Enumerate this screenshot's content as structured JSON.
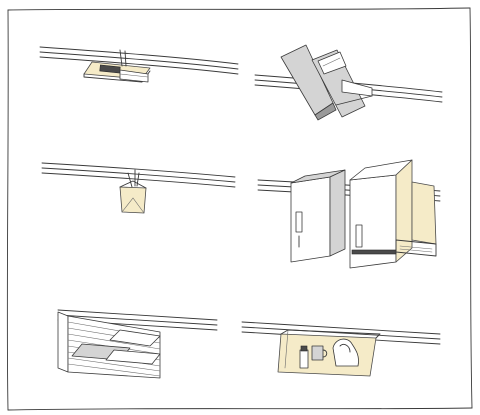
{
  "palette": {
    "ink": "#3a3a3a",
    "wood_tint": "#f5ebc8",
    "grey_fill": "#d4d4d4",
    "paper": "#ffffff"
  },
  "vignettes": [
    {
      "id": "tray-with-stapler",
      "icon": "tray-icon"
    },
    {
      "id": "magazine-holders",
      "icon": "magazine-holder-icon"
    },
    {
      "id": "pen-cup",
      "icon": "pen-cup-icon"
    },
    {
      "id": "binders-and-shelf",
      "icon": "binder-icon"
    },
    {
      "id": "paper-rack",
      "icon": "paper-rack-icon"
    },
    {
      "id": "utility-bin",
      "icon": "bin-icon"
    }
  ]
}
